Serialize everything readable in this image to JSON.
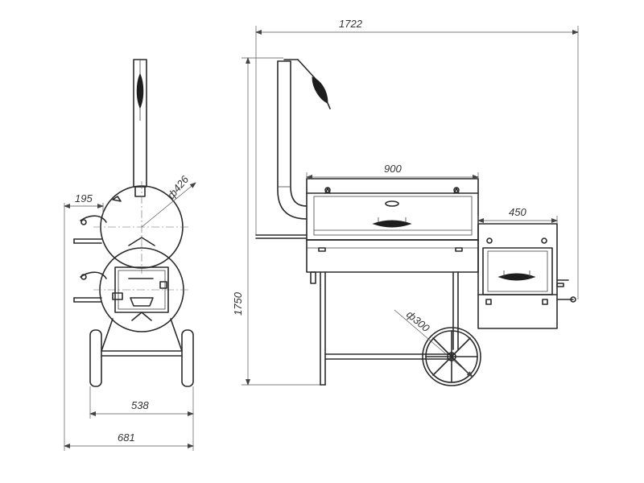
{
  "dimensions": {
    "width_front_side": "195",
    "diameter_chamber": "ф426",
    "width_wheels": "538",
    "width_total_front": "681",
    "length_total": "1722",
    "length_chamber": "900",
    "length_firebox": "450",
    "height_total": "1750",
    "diameter_wheel": "ф300"
  },
  "colors": {
    "line": "#2b2b2b",
    "dimension": "#555555",
    "fill": "#1e1e1e"
  }
}
